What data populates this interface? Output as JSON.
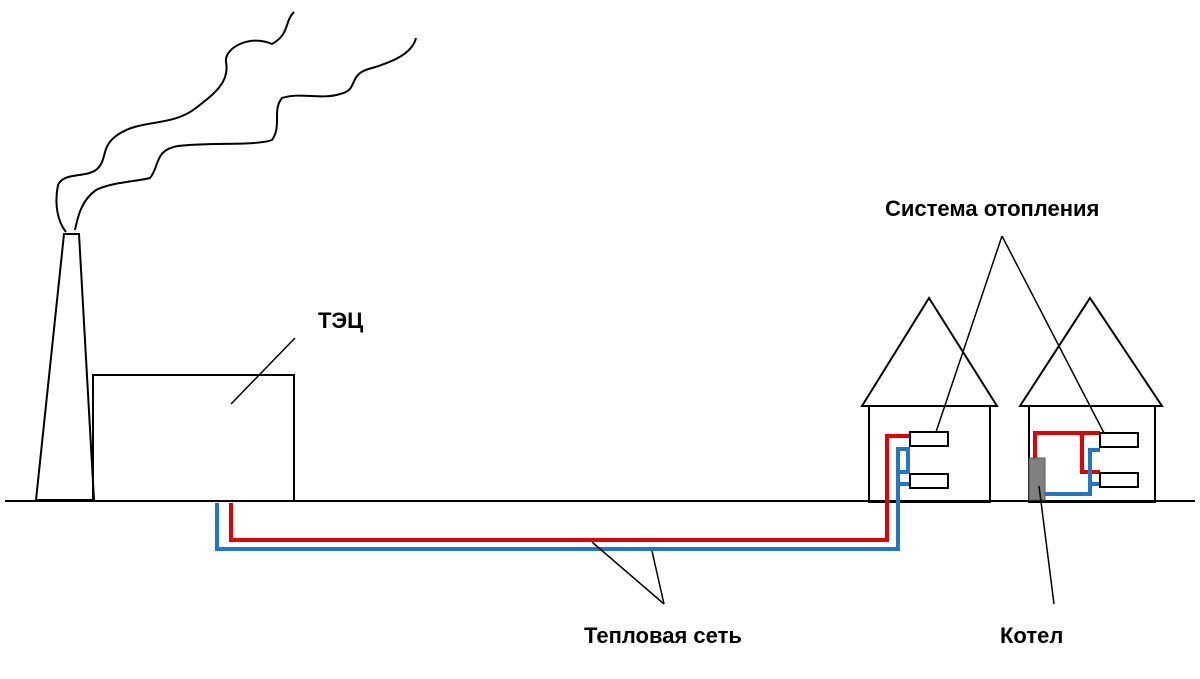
{
  "labels": {
    "power_plant": "ТЭЦ",
    "heating_system": "Система отопления",
    "heat_network": "Тепловая сеть",
    "boiler": "Котел"
  },
  "colors": {
    "supply_pipe": "#e30000",
    "return_pipe": "#1f77c8",
    "outline": "#000000",
    "boiler": "#808080",
    "background": "#ffffff"
  }
}
